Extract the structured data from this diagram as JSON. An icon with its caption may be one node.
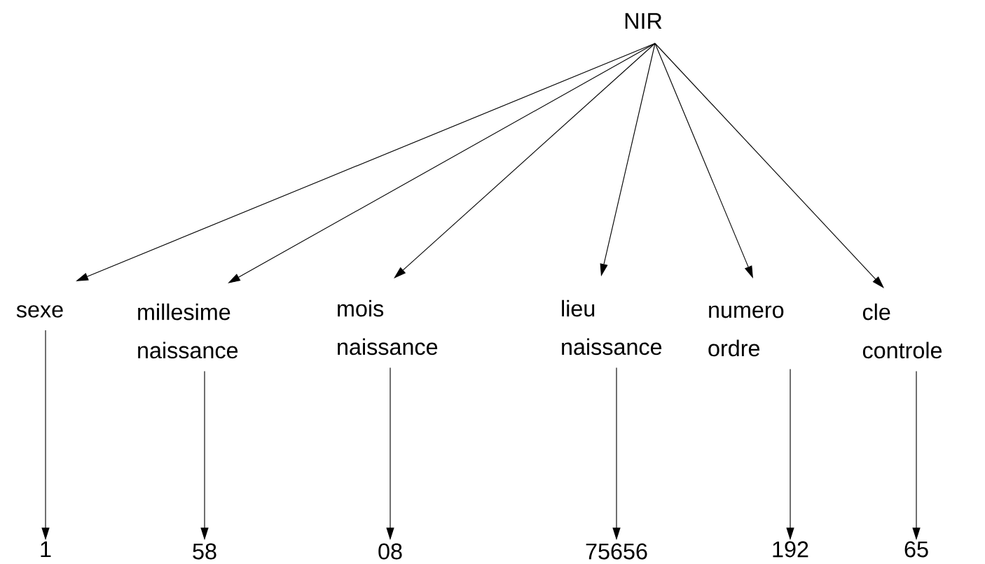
{
  "diagram": {
    "nodes": [
      {
        "text": [
          "NIR"
        ]
      },
      {
        "text": [
          "sexe"
        ]
      },
      {
        "text": [
          "millesime naissance"
        ]
      },
      {
        "text": [
          "mois naissance"
        ]
      },
      {
        "text": [
          "lieu naissance"
        ]
      },
      {
        "text": [
          "numero ordre"
        ]
      },
      {
        "text": [
          "cle controle"
        ]
      },
      {
        "text": [
          "1"
        ]
      },
      {
        "text": [
          "58"
        ]
      },
      {
        "text": [
          "08"
        ]
      },
      {
        "text": [
          "75656"
        ]
      },
      {
        "text": [
          "192"
        ]
      },
      {
        "text": [
          "65"
        ]
      }
    ],
    "edges": [
      {
        "from": 0,
        "to": 1,
        "arrow": "to"
      },
      {
        "from": 0,
        "to": 2,
        "arrow": "to"
      },
      {
        "from": 0,
        "to": 3,
        "arrow": "to"
      },
      {
        "from": 0,
        "to": 4,
        "arrow": "to"
      },
      {
        "from": 0,
        "to": 5,
        "arrow": "to"
      },
      {
        "from": 0,
        "to": 6,
        "arrow": "to"
      },
      {
        "from": 1,
        "to": 7,
        "arrow": "to"
      },
      {
        "from": 2,
        "to": 8,
        "arrow": "to"
      },
      {
        "from": 3,
        "to": 9,
        "arrow": "to"
      },
      {
        "from": 4,
        "to": 10,
        "arrow": "to"
      },
      {
        "from": 5,
        "to": 11,
        "arrow": "to"
      },
      {
        "from": 6,
        "to": 12,
        "arrow": "to"
      }
    ]
  }
}
